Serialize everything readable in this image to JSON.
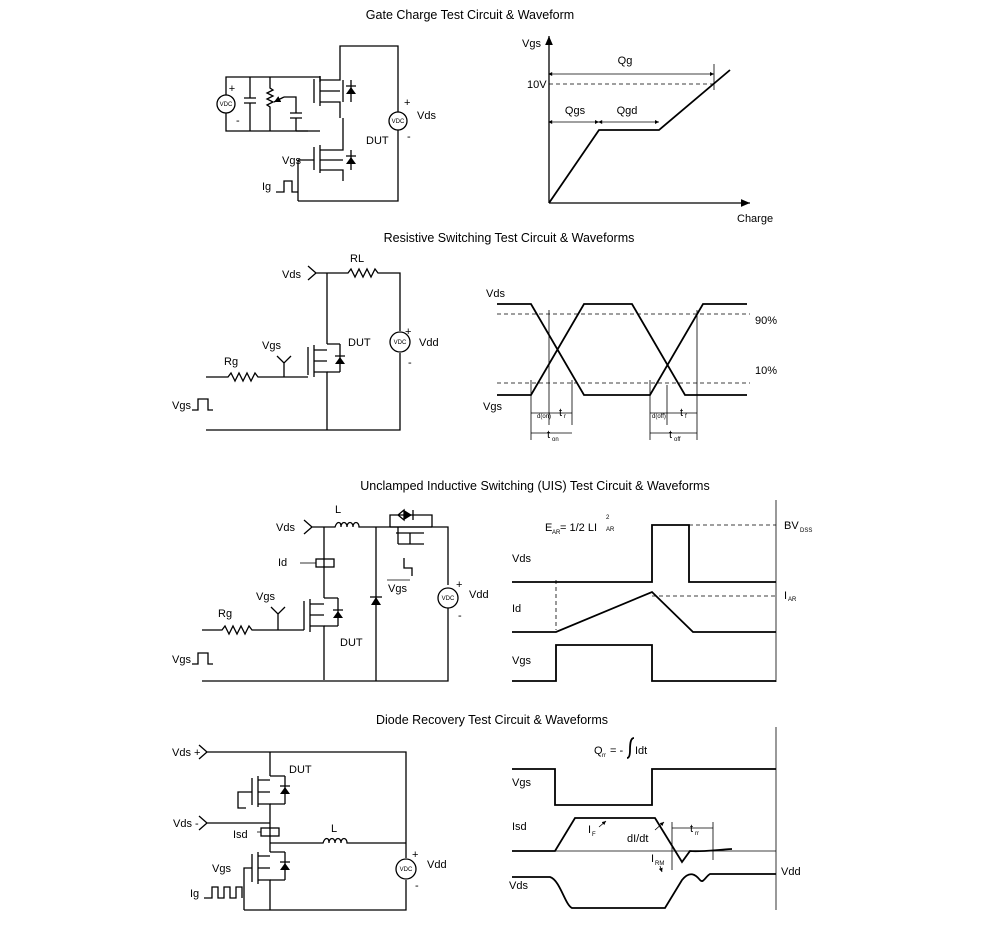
{
  "sections": {
    "gate_charge": {
      "title": "Gate Charge Test Circuit & Waveform",
      "circuit": {
        "dut": "DUT",
        "vgs": "Vgs",
        "ig": "Ig",
        "vds": "Vds",
        "vdc": "VDC"
      },
      "waveform": {
        "y_axis": "Vgs",
        "x_axis": "Charge",
        "level": "10V",
        "qg": "Qg",
        "qgs": "Qgs",
        "qgd": "Qgd"
      }
    },
    "resistive": {
      "title": "Resistive Switching Test Circuit & Waveforms",
      "circuit": {
        "vds": "Vds",
        "rl": "RL",
        "dut": "DUT",
        "vgs": "Vgs",
        "rg": "Rg",
        "vdd": "Vdd",
        "vgs_src": "Vgs",
        "vdc": "VDC"
      },
      "waveform": {
        "vds": "Vds",
        "vgs": "Vgs",
        "p90": "90%",
        "p10": "10%",
        "td_on": "d(on)",
        "tr": "r",
        "td_off": "d(off)",
        "tf": "f",
        "ton": "on",
        "toff": "off",
        "t": "t"
      }
    },
    "uis": {
      "title": "Unclamped Inductive Switching (UIS) Test Circuit & Waveforms",
      "circuit": {
        "vds": "Vds",
        "l": "L",
        "id": "Id",
        "vgs": "Vgs",
        "rg": "Rg",
        "dut": "DUT",
        "vgs_src": "Vgs",
        "vgs_bar": "Vgs",
        "vdd": "Vdd",
        "vdc": "VDC"
      },
      "waveform": {
        "ear": "E",
        "ear_sub": "AR",
        "ear_eq": "= 1/2 LI",
        "exp": "2",
        "ear_sub2": "AR",
        "vds": "Vds",
        "id": "Id",
        "vgs": "Vgs",
        "bv": "BV",
        "bv_sub": "DSS",
        "iar": "I",
        "iar_sub": "AR"
      }
    },
    "diode": {
      "title": "Diode Recovery Test Circuit & Waveforms",
      "circuit": {
        "vds_plus": "Vds +",
        "vds_minus": "Vds -",
        "dut": "DUT",
        "isd": "Isd",
        "l": "L",
        "vgs": "Vgs",
        "ig": "Ig",
        "vdd": "Vdd",
        "vdc": "VDC"
      },
      "waveform": {
        "qrr": "Q",
        "qrr_sub": "rr",
        "qrr_eq": "= -",
        "qrr_int": "Idt",
        "vgs": "Vgs",
        "isd": "Isd",
        "vds": "Vds",
        "if": "I",
        "if_sub": "F",
        "didt": "dI/dt",
        "trr": "t",
        "trr_sub": "rr",
        "irm": "I",
        "irm_sub": "RM",
        "vdd": "Vdd"
      }
    }
  }
}
